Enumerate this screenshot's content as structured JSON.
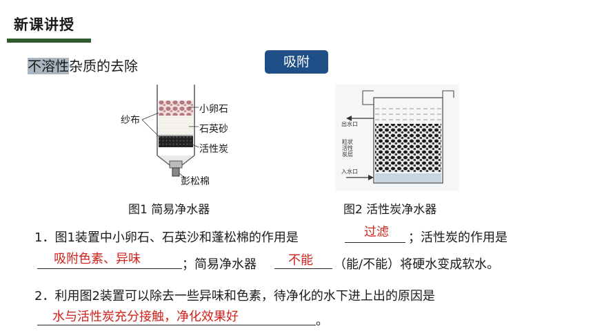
{
  "header": {
    "title": "新课讲授"
  },
  "subtitle": {
    "highlight": "不溶性",
    "rest": "杂质的去除"
  },
  "badge": {
    "label": "吸附"
  },
  "figure1": {
    "labels": {
      "gauze": "纱布",
      "pebbles": "小卵石",
      "quartz": "石英砂",
      "carbon": "活性炭",
      "cotton": "彭松棉"
    },
    "caption": "图1 简易净水器"
  },
  "figure2": {
    "labels": {
      "outlet": "出水口",
      "granular": "粒状活性炭层",
      "inlet": "入水口"
    },
    "caption": "图2 活性炭净水器"
  },
  "q1": {
    "line1_prefix": "1．图1装置中小卵石、石英沙和蓬松棉的作用是",
    "line1_suffix": "；活性炭的作用是",
    "answer1": "过滤",
    "answer2": "吸附色素、异味",
    "line2_mid": "；简易净水器",
    "answer3": "不能",
    "line2_suffix": "（能/不能）将硬水变成软水。"
  },
  "q2": {
    "line1": "2．利用图2装置可以除去一些异味和色素，待净化的水下进上出的原因是",
    "answer": "水与活性炭充分接触，净化效果好",
    "end": "。"
  },
  "colors": {
    "accent": "#1f4f86",
    "answer": "#d0211b",
    "rule": "#2f5b2f"
  }
}
